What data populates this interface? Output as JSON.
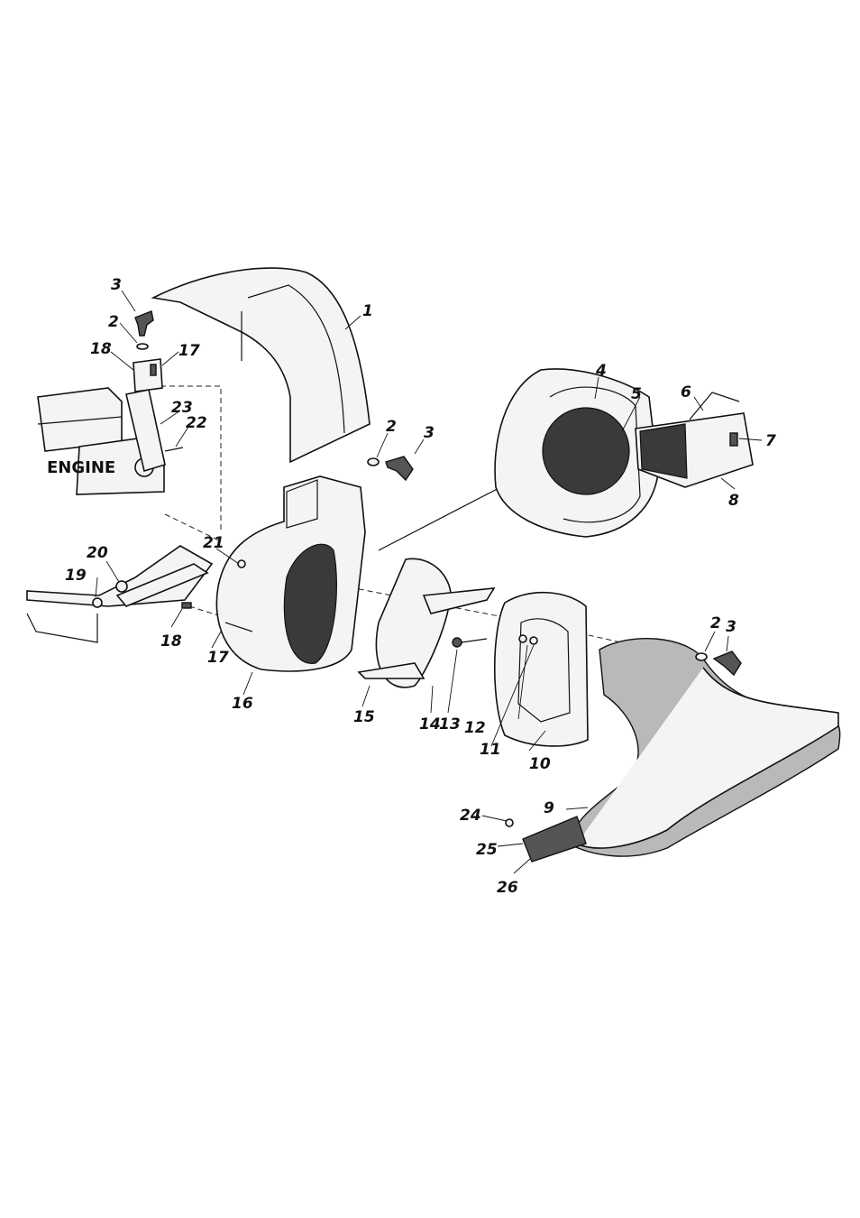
{
  "engine_label": "ENGINE",
  "callouts": [
    "1",
    "2",
    "3",
    "4",
    "5",
    "6",
    "7",
    "8",
    "9",
    "10",
    "11",
    "12",
    "13",
    "14",
    "15",
    "16",
    "17",
    "18",
    "19",
    "20",
    "21",
    "22",
    "23",
    "24",
    "25",
    "26"
  ]
}
